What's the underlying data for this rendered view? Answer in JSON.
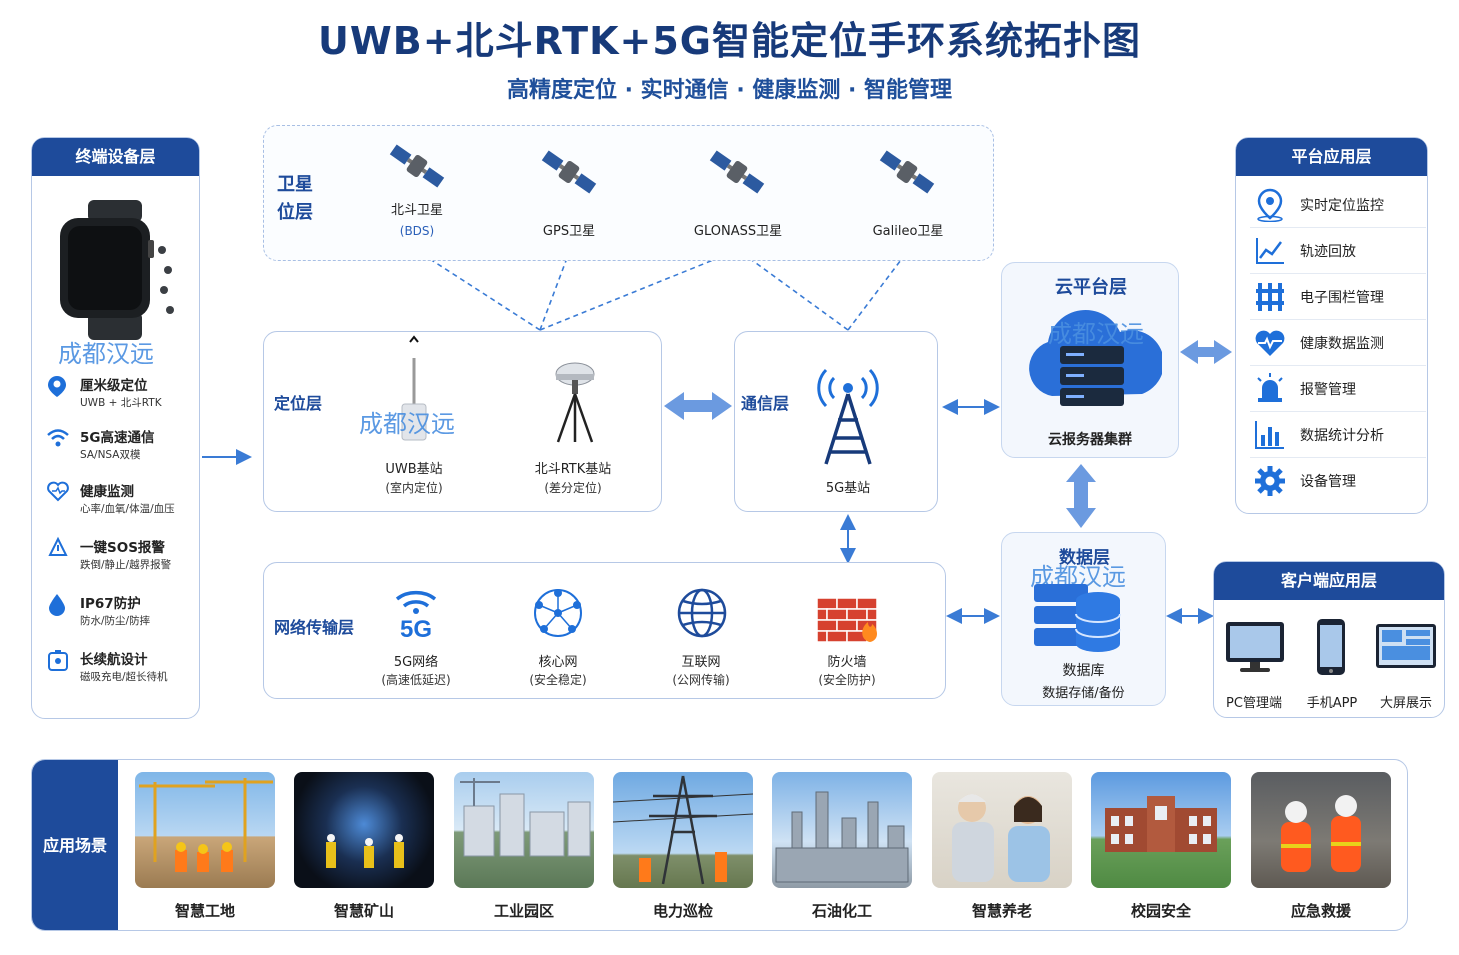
{
  "title": "UWB+北斗RTK+5G智能定位手环系统拓扑图",
  "subtitle": "高精度定位 · 实时通信 · 健康监测 · 智能管理",
  "watermark": "成都汉远",
  "terminal": {
    "header": "终端设备层",
    "features": [
      {
        "title": "厘米级定位",
        "sub": "UWB + 北斗RTK",
        "icon": "location-pin-icon"
      },
      {
        "title": "5G高速通信",
        "sub": "SA/NSA双模",
        "icon": "wifi-icon"
      },
      {
        "title": "健康监测",
        "sub": "心率/血氧/体温/血压",
        "icon": "heart-icon"
      },
      {
        "title": "一键SOS报警",
        "sub": "跌倒/静止/越界报警",
        "icon": "alarm-bell-icon"
      },
      {
        "title": "IP67防护",
        "sub": "防水/防尘/防摔",
        "icon": "water-drop-icon"
      },
      {
        "title": "长续航设计",
        "sub": "磁吸充电/超长待机",
        "icon": "battery-icon"
      }
    ]
  },
  "satellite": {
    "label": "卫星\n位层",
    "items": [
      {
        "name": "北斗卫星",
        "sub": "(BDS)"
      },
      {
        "name": "GPS卫星"
      },
      {
        "name": "GLONASS卫星"
      },
      {
        "name": "Galileo卫星"
      }
    ]
  },
  "positioning": {
    "label": "定位层",
    "uwb": {
      "name": "UWB基站",
      "sub": "(室内定位)"
    },
    "rtk": {
      "name": "北斗RTK基站",
      "sub": "(差分定位)"
    }
  },
  "comm": {
    "label": "通信层",
    "tower": "5G基站"
  },
  "cloud": {
    "label": "云平台层",
    "server": "云报务器集群"
  },
  "data": {
    "label": "数据层",
    "db": "数据库",
    "sub": "数据存储/备份"
  },
  "network": {
    "label": "网络传输层",
    "items": [
      {
        "name": "5G网络",
        "sub": "(高速低延迟)"
      },
      {
        "name": "核心网",
        "sub": "(安全稳定)"
      },
      {
        "name": "互联网",
        "sub": "(公网传输)"
      },
      {
        "name": "防火墙",
        "sub": "(安全防护)"
      }
    ],
    "fiveg_text": "5G"
  },
  "platform": {
    "header": "平台应用层",
    "items": [
      {
        "label": "实时定位监控",
        "icon": "location-pin-icon"
      },
      {
        "label": "轨迹回放",
        "icon": "line-chart-icon"
      },
      {
        "label": "电子围栏管理",
        "icon": "fence-icon"
      },
      {
        "label": "健康数据监测",
        "icon": "heart-pulse-icon"
      },
      {
        "label": "报警管理",
        "icon": "siren-icon"
      },
      {
        "label": "数据统计分析",
        "icon": "bar-chart-icon"
      },
      {
        "label": "设备管理",
        "icon": "gear-icon"
      }
    ]
  },
  "client": {
    "header": "客户端应用层",
    "items": [
      "PC管理端",
      "手机APP",
      "大屏展示"
    ]
  },
  "scenes": {
    "label": "应用场景",
    "items": [
      "智慧工地",
      "智慧矿山",
      "工业园区",
      "电力巡检",
      "石油化工",
      "智慧养老",
      "校园安全",
      "应急救援"
    ]
  },
  "colors": {
    "primary": "#1e4b9b",
    "accent": "#3a7bd5",
    "light": "#f3f7fd"
  }
}
